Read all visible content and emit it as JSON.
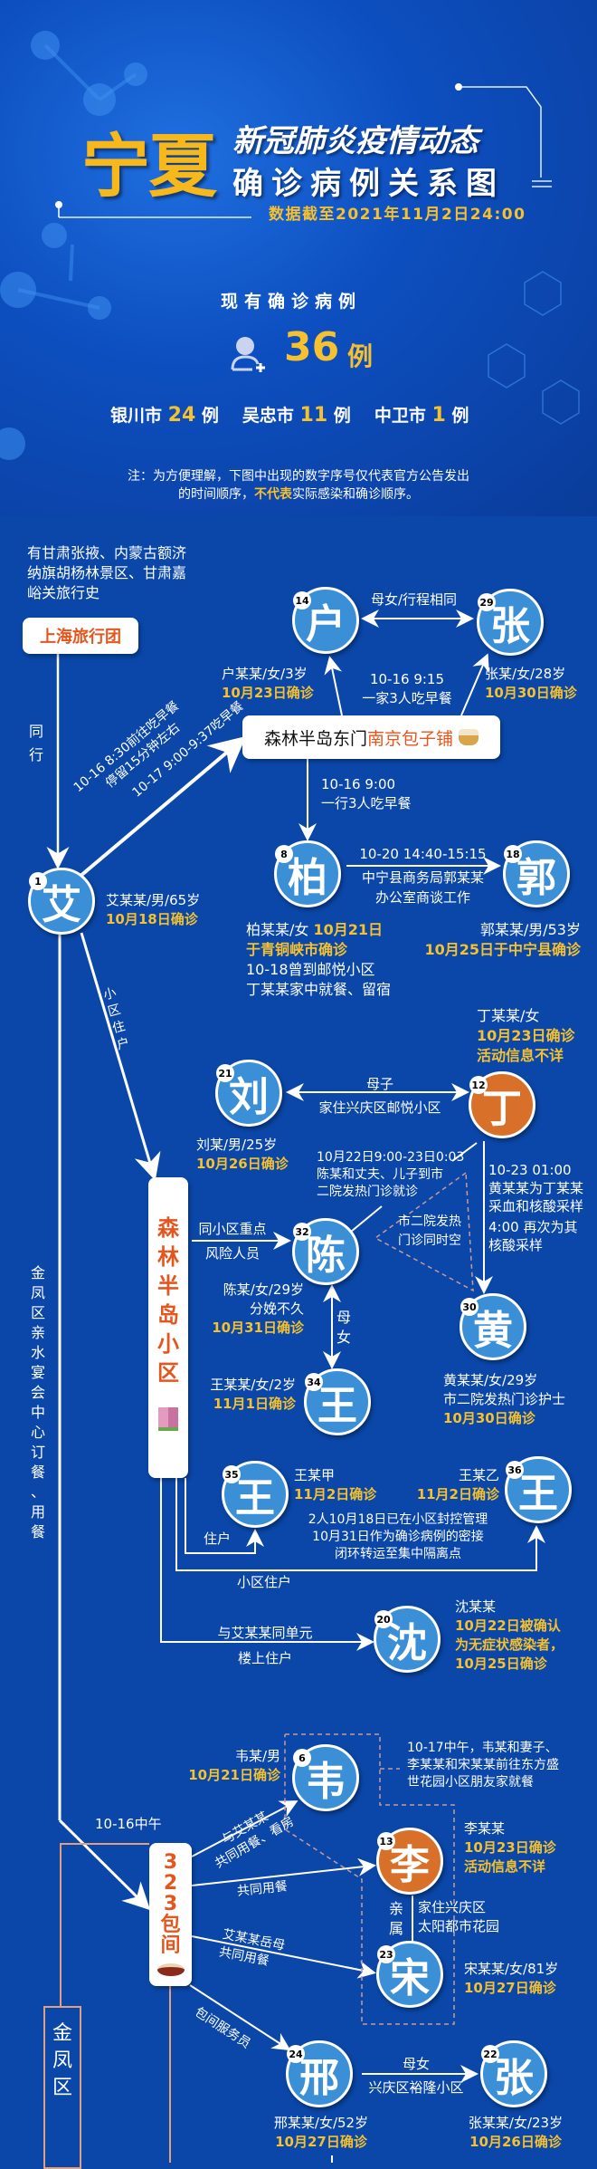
{
  "colors": {
    "background": "#0a47a8",
    "node": "#3b8fd6",
    "node_unknown_source": "#d9702a",
    "highlight": "#f5c12e",
    "label": "#e4561e"
  },
  "header": {
    "title_main": "宁夏",
    "title_line1": "新冠肺炎疫情动态",
    "title_line2": "确诊病例关系图",
    "date": "数据截至2021年11月2日24:00"
  },
  "summary": {
    "label": "现有确诊病例",
    "icon": "add-user-icon",
    "total": "36",
    "unit": "例",
    "cities": [
      {
        "name": "银川市",
        "count": "24",
        "unit": "例"
      },
      {
        "name": "吴忠市",
        "count": "11",
        "unit": "例"
      },
      {
        "name": "中卫市",
        "count": "1",
        "unit": "例"
      }
    ]
  },
  "note": {
    "line1": "注：为方便理解，下图中出现的数字序号仅代表官方公告发出",
    "line2_a": "的时间顺序，",
    "line2_b": "不代表",
    "line2_c": "实际感染和确诊顺序。"
  },
  "sources": {
    "travel_history": [
      "有甘肃张掖、内蒙古额济",
      "纳旗胡杨林景区、甘肃嘉",
      "峪关旅行史"
    ],
    "tour_group": "上海旅行团",
    "together": [
      "同",
      "行"
    ],
    "shop_prefix": "森林半岛东门",
    "shop_name": "南京包子铺",
    "shop_icon": "bun-icon",
    "community": [
      "森",
      "林",
      "半",
      "岛",
      "小",
      "区"
    ],
    "community_icon": "building-icon",
    "room": [
      "3",
      "2",
      "3",
      "包",
      "间"
    ],
    "room_icon": "dining-table-icon",
    "banquet": [
      "金",
      "凤",
      "区",
      "亲",
      "水",
      "宴",
      "会",
      "中",
      "心",
      "订",
      "餐",
      "、",
      "用",
      "餐"
    ],
    "district": [
      "金",
      "凤",
      "区"
    ]
  },
  "nodes": {
    "ai": {
      "num": "1",
      "char": "艾",
      "info": "艾某某/男/65岁",
      "confirm": "10月18日确诊"
    },
    "hu": {
      "num": "14",
      "char": "户",
      "info": "户某某/女/3岁",
      "confirm": "10月23日确诊"
    },
    "zhang29": {
      "num": "29",
      "char": "张",
      "info": "张某/女/28岁",
      "confirm": "10月30日确诊"
    },
    "bai": {
      "num": "8",
      "char": "柏",
      "info": "柏某某/女 ",
      "confirm": "10月21日",
      "confirm2": "于青铜峡市确诊",
      "extra": [
        "10-18曾到邮悦小区",
        "丁某某家中就餐、留宿"
      ]
    },
    "guo": {
      "num": "18",
      "char": "郭",
      "info": "郭某某/男/53岁",
      "confirm": "10月25日于中宁县确诊"
    },
    "liu": {
      "num": "21",
      "char": "刘",
      "info": "刘某/男/25岁",
      "confirm": "10月26日确诊"
    },
    "ding": {
      "num": "12",
      "char": "丁",
      "info": "丁某某/女",
      "confirm": "10月23日确诊",
      "extra": "活动信息不详"
    },
    "chen": {
      "num": "32",
      "char": "陈",
      "info": "陈某/女/29岁",
      "info2": "分娩不久",
      "confirm": "10月31日确诊"
    },
    "huang": {
      "num": "30",
      "char": "黄",
      "info": "黄某某/女/29岁",
      "info2": "市二院发热门诊护士",
      "confirm": "10月30日确诊"
    },
    "wang34": {
      "num": "34",
      "char": "王",
      "info": "王某某/女/2岁",
      "confirm": "11月1日确诊"
    },
    "wang35": {
      "num": "35",
      "char": "王",
      "info": "王某甲",
      "confirm": "11月2日确诊"
    },
    "wang36": {
      "num": "36",
      "char": "王",
      "info": "王某乙",
      "confirm": "11月2日确诊"
    },
    "shen": {
      "num": "20",
      "char": "沈",
      "info": "沈某某",
      "confirm": [
        "10月22日被确认",
        "为无症状感染者，",
        "10月25日确诊"
      ]
    },
    "wei": {
      "num": "6",
      "char": "韦",
      "info": "韦某/男",
      "confirm": "10月21日确诊"
    },
    "li": {
      "num": "13",
      "char": "李",
      "info": "李某某",
      "confirm": "10月23日确诊",
      "extra": "活动信息不详"
    },
    "song": {
      "num": "23",
      "char": "宋",
      "info": "宋某某/女/81岁",
      "confirm": "10月27日确诊"
    },
    "xing": {
      "num": "24",
      "char": "邢",
      "info": "邢某某/女/52岁",
      "confirm": "10月27日确诊"
    },
    "zhang22": {
      "num": "22",
      "char": "张",
      "info": "张某某/女/23岁",
      "confirm": "10月26日确诊"
    }
  },
  "links": {
    "hu_zhang": "母女/行程相同",
    "family_breakfast": [
      "10-16 9:15",
      "一家3人吃早餐"
    ],
    "ai_shop": [
      "10-16 8:30前往吃早餐",
      "停留15分钟左右",
      "10-17 9:00-9:37吃早餐"
    ],
    "shop_bai": [
      "10-16 9:00",
      "一行3人吃早餐"
    ],
    "bai_guo": [
      "10-20 14:40-15:15",
      "中宁县商务局郭某某",
      "办公室商谈工作"
    ],
    "ai_community": [
      "小",
      "区",
      "住",
      "户"
    ],
    "liu_ding": [
      "母子",
      "家住兴庆区邮悦小区"
    ],
    "chen_hospital": [
      "10月22日9:00-23日0:03",
      "陈某和丈夫、儿子到市",
      "二院发热门诊就诊"
    ],
    "ding_huang": [
      "10-23 01:00",
      "黄某某为丁某某",
      "采血和核酸采样",
      "4:00 再次为其",
      "核酸采样"
    ],
    "same_space": [
      "市二院发热",
      "门诊同时空"
    ],
    "community_chen": [
      "同小区重点",
      "风险人员"
    ],
    "chen_wang": [
      "母",
      "女"
    ],
    "wang_pair": [
      "2人10月18日已在小区封控管理",
      "10月31日作为确诊病例的密接",
      "闭环转运至集中隔离点"
    ],
    "resident": "住户",
    "community_resident": "小区住户",
    "shen_link": [
      "与艾某某同单元",
      "楼上住户"
    ],
    "noon16": "10-16中午",
    "wei_group": [
      "10-17中午，韦某和妻子、",
      "李某某和宋某某前往东方盛",
      "世花园小区朋友家就餐"
    ],
    "room_wei": [
      "与艾某某",
      "共同用餐、看房"
    ],
    "room_li": "共同用餐",
    "room_song": [
      "艾某某岳母",
      "共同用餐"
    ],
    "room_xing": "包间服务员",
    "li_song": [
      "亲",
      "属"
    ],
    "li_song_home": [
      "家住兴庆区",
      "太阳都市花园"
    ],
    "xing_zhang": [
      "母女",
      "兴庆区裕隆小区"
    ]
  }
}
